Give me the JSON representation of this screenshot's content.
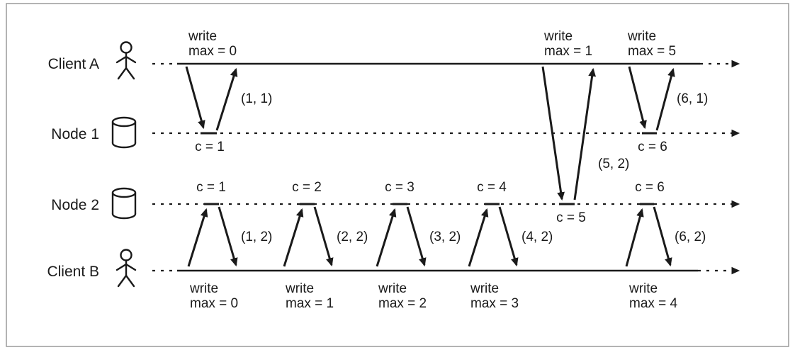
{
  "figure": {
    "lanes": [
      {
        "label": "Client A",
        "icon": "person-icon"
      },
      {
        "label": "Node 1",
        "icon": "database-icon"
      },
      {
        "label": "Node 2",
        "icon": "database-icon"
      },
      {
        "label": "Client B",
        "icon": "person-icon"
      }
    ],
    "exchanges": [
      {
        "from": "Client A",
        "to": "Node 1",
        "request_line1": "write",
        "request_line2": "max = 0",
        "counter": "c = 1",
        "response": "(1, 1)"
      },
      {
        "from": "Client B",
        "to": "Node 2",
        "request_line1": "write",
        "request_line2": "max = 0",
        "counter": "c = 1",
        "response": "(1, 2)"
      },
      {
        "from": "Client B",
        "to": "Node 2",
        "request_line1": "write",
        "request_line2": "max = 1",
        "counter": "c = 2",
        "response": "(2, 2)"
      },
      {
        "from": "Client B",
        "to": "Node 2",
        "request_line1": "write",
        "request_line2": "max = 2",
        "counter": "c = 3",
        "response": "(3, 2)"
      },
      {
        "from": "Client B",
        "to": "Node 2",
        "request_line1": "write",
        "request_line2": "max = 3",
        "counter": "c = 4",
        "response": "(4, 2)"
      },
      {
        "from": "Client A",
        "to": "Node 2",
        "request_line1": "write",
        "request_line2": "max = 1",
        "counter": "c = 5",
        "response": "(5, 2)"
      },
      {
        "from": "Client A",
        "to": "Node 1",
        "request_line1": "write",
        "request_line2": "max = 5",
        "counter": "c = 6",
        "response": "(6, 1)"
      },
      {
        "from": "Client B",
        "to": "Node 2",
        "request_line1": "write",
        "request_line2": "max = 4",
        "counter": "c = 6",
        "response": "(6, 2)"
      }
    ],
    "colors": {
      "ink": "#1a1a1a",
      "border": "#9a9a9a",
      "background": "#ffffff"
    }
  }
}
